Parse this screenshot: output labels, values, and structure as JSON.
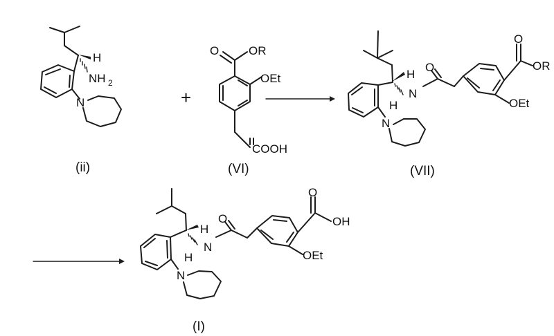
{
  "compounds": {
    "ii": {
      "label": "(ii)",
      "atoms": {
        "h": "H",
        "nh2_n": "NH",
        "nh2_sub": "2",
        "n": "N"
      }
    },
    "vi": {
      "label": "(VI)",
      "atoms": {
        "o": "O",
        "or": "OR",
        "oet": "OEt",
        "cooh": "COOH"
      }
    },
    "vii": {
      "label": "(VII)",
      "atoms": {
        "h": "H",
        "nh": "N",
        "nh_h": "H",
        "n": "N",
        "o_amide": "O",
        "o_ester": "O",
        "or": "OR",
        "oet": "OEt"
      }
    },
    "i": {
      "label": "(I)",
      "atoms": {
        "h": "H",
        "nh": "N",
        "nh_h": "H",
        "n": "N",
        "o_amide": "O",
        "o_acid": "O",
        "oh": "OH",
        "oet": "OEt"
      }
    }
  },
  "plus_sign": "+"
}
